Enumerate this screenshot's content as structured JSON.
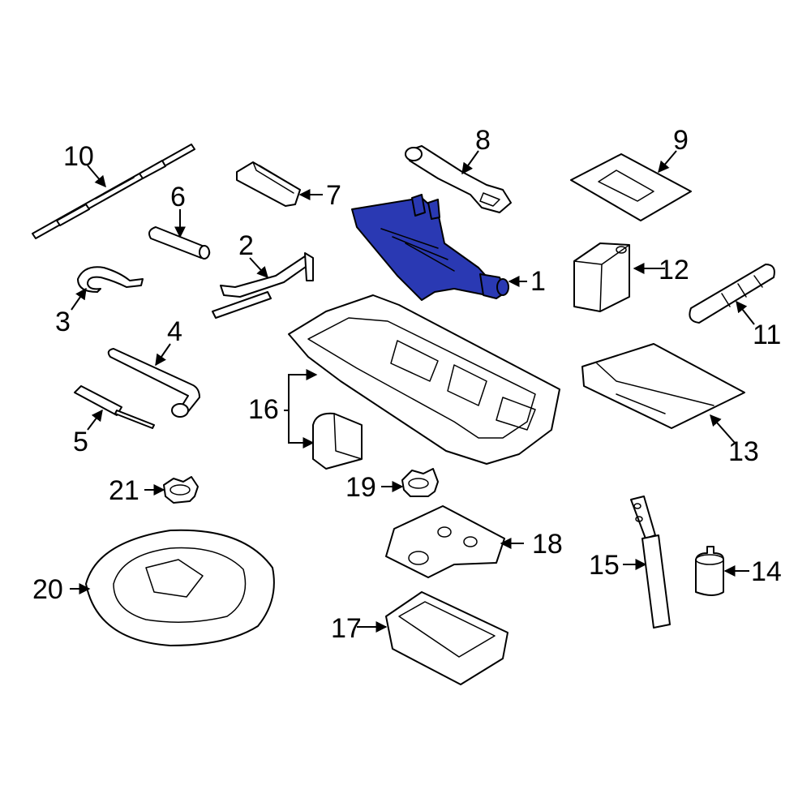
{
  "highlight_color": "#2a39b3",
  "parts": [
    {
      "id": "1",
      "label": "1"
    },
    {
      "id": "2",
      "label": "2"
    },
    {
      "id": "3",
      "label": "3"
    },
    {
      "id": "4",
      "label": "4"
    },
    {
      "id": "5",
      "label": "5"
    },
    {
      "id": "6",
      "label": "6"
    },
    {
      "id": "7",
      "label": "7"
    },
    {
      "id": "8",
      "label": "8"
    },
    {
      "id": "9",
      "label": "9"
    },
    {
      "id": "10",
      "label": "10"
    },
    {
      "id": "11",
      "label": "11"
    },
    {
      "id": "12",
      "label": "12"
    },
    {
      "id": "13",
      "label": "13"
    },
    {
      "id": "14",
      "label": "14"
    },
    {
      "id": "15",
      "label": "15"
    },
    {
      "id": "16",
      "label": "16"
    },
    {
      "id": "17",
      "label": "17"
    },
    {
      "id": "18",
      "label": "18"
    },
    {
      "id": "19",
      "label": "19"
    },
    {
      "id": "20",
      "label": "20"
    },
    {
      "id": "21",
      "label": "21"
    }
  ]
}
